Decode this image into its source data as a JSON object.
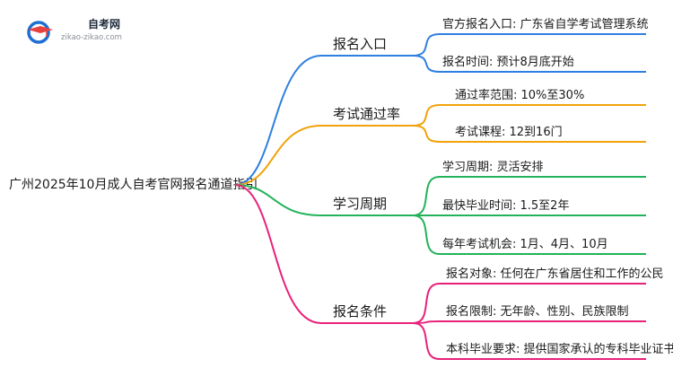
{
  "logo": {
    "name": "自考网",
    "url": "zikao-zikao.com",
    "colors": {
      "blue": "#1e6fd1",
      "red": "#e8423f"
    }
  },
  "mindmap": {
    "root": "广州2025年10月成人自考官网报名通道指引",
    "branches": [
      {
        "label": "报名入口",
        "color": "#2f7fe0",
        "children": [
          "官方报名入口: 广东省自学考试管理系统",
          "报名时间: 预计8月底开始"
        ]
      },
      {
        "label": "考试通过率",
        "color": "#f0a30a",
        "children": [
          "通过率范围: 10%至30%",
          "考试课程: 12到16门"
        ]
      },
      {
        "label": "学习周期",
        "color": "#22b35a",
        "children": [
          "学习周期: 灵活安排",
          "最快毕业时间: 1.5至2年",
          "每年考试机会: 1月、4月、10月"
        ]
      },
      {
        "label": "报名条件",
        "color": "#e8227a",
        "children": [
          "报名对象: 任何在广东省居住和工作的公民",
          "报名限制: 无年龄、性别、民族限制",
          "本科毕业要求: 提供国家承认的专科毕业证书"
        ]
      }
    ]
  }
}
